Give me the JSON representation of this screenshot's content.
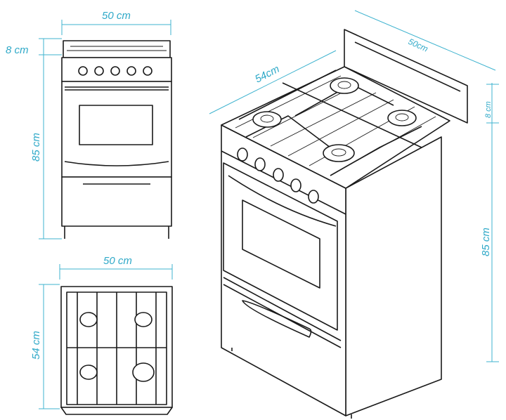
{
  "front_view": {
    "width_label": "50 cm",
    "backsplash_label": "8 cm",
    "height_label": "85 cm"
  },
  "top_view": {
    "width_label": "50 cm",
    "depth_label": "54 cm"
  },
  "iso_view": {
    "depth_label": "54cm",
    "width_label": "50cm",
    "backsplash_label": "8 cm",
    "height_label": "85 cm"
  },
  "colors": {
    "dimension": "#3fb3cf",
    "line": "#1a1a1a"
  }
}
